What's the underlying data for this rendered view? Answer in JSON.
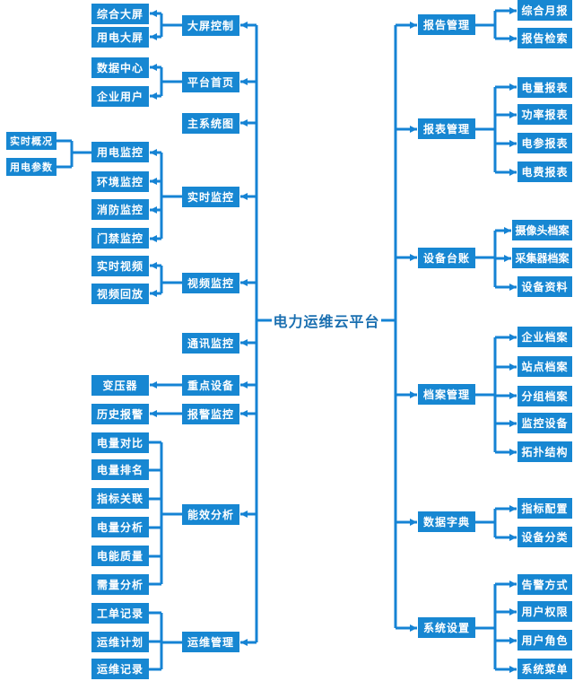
{
  "root": {
    "label": "电力运维云平台"
  },
  "left": [
    {
      "label": "大屏控制",
      "children": [
        {
          "label": "综合大屏"
        },
        {
          "label": "用电大屏"
        }
      ]
    },
    {
      "label": "平台首页",
      "children": [
        {
          "label": "数据中心"
        },
        {
          "label": "企业用户"
        }
      ]
    },
    {
      "label": "主系统图",
      "children": []
    },
    {
      "label": "实时监控",
      "children": [
        {
          "label": "用电监控",
          "children": [
            {
              "label": "实时概况"
            },
            {
              "label": "用电参数"
            }
          ]
        },
        {
          "label": "环境监控"
        },
        {
          "label": "消防监控"
        },
        {
          "label": "门禁监控"
        }
      ]
    },
    {
      "label": "视频监控",
      "children": [
        {
          "label": "实时视频"
        },
        {
          "label": "视频回放"
        }
      ]
    },
    {
      "label": "通讯监控",
      "children": []
    },
    {
      "label": "重点设备",
      "children": [
        {
          "label": "变压器"
        }
      ]
    },
    {
      "label": "报警监控",
      "children": [
        {
          "label": "历史报警"
        }
      ]
    },
    {
      "label": "能效分析",
      "children": [
        {
          "label": "电量对比"
        },
        {
          "label": "电量排名"
        },
        {
          "label": "指标关联"
        },
        {
          "label": "电量分析"
        },
        {
          "label": "电能质量"
        },
        {
          "label": "需量分析"
        }
      ]
    },
    {
      "label": "运维管理",
      "children": [
        {
          "label": "工单记录"
        },
        {
          "label": "运维计划"
        },
        {
          "label": "运维记录"
        }
      ]
    }
  ],
  "right": [
    {
      "label": "报告管理",
      "children": [
        {
          "label": "综合月报"
        },
        {
          "label": "报告检索"
        }
      ]
    },
    {
      "label": "报表管理",
      "children": [
        {
          "label": "电量报表"
        },
        {
          "label": "功率报表"
        },
        {
          "label": "电参报表"
        },
        {
          "label": "电费报表"
        }
      ]
    },
    {
      "label": "设备台账",
      "children": [
        {
          "label": "摄像头档案"
        },
        {
          "label": "采集器档案"
        },
        {
          "label": "设备资料"
        }
      ]
    },
    {
      "label": "档案管理",
      "children": [
        {
          "label": "企业档案"
        },
        {
          "label": "站点档案"
        },
        {
          "label": "分组档案"
        },
        {
          "label": "监控设备"
        },
        {
          "label": "拓扑结构"
        }
      ]
    },
    {
      "label": "数据字典",
      "children": [
        {
          "label": "指标配置"
        },
        {
          "label": "设备分类"
        }
      ]
    },
    {
      "label": "系统设置",
      "children": [
        {
          "label": "告警方式"
        },
        {
          "label": "用户权限"
        },
        {
          "label": "用户角色"
        },
        {
          "label": "系统菜单"
        }
      ]
    }
  ],
  "colors": {
    "node_fill": "#1787d2",
    "line": "#1583d4",
    "root_text": "#1a6fb0",
    "node_text": "#ffffff"
  }
}
